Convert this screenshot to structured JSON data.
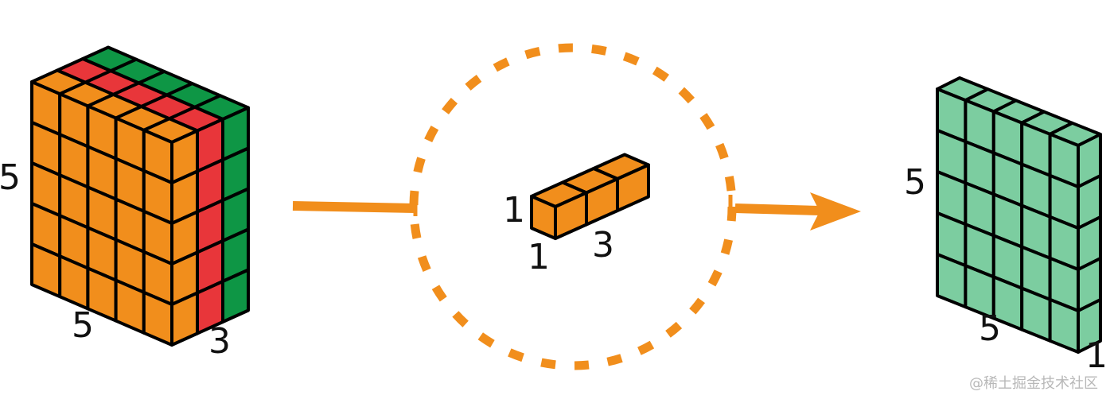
{
  "colors": {
    "orange": "#f18e1c",
    "red": "#e8363a",
    "dark_green": "#0e9645",
    "light_green": "#7ccda0",
    "stroke": "#000000",
    "connector": "#f18e1c",
    "watermark": "#b8b8b8"
  },
  "input_tensor": {
    "height": "5",
    "width": "5",
    "depth": "3",
    "channel_colors": [
      "orange",
      "red",
      "dark_green"
    ]
  },
  "kernel": {
    "height": "1",
    "width": "1",
    "depth": "3",
    "border_style": "dashed circle"
  },
  "output_tensor": {
    "height": "5",
    "width": "5",
    "depth": "1",
    "color": "light_green"
  },
  "watermark": "@稀土掘金技术社区"
}
